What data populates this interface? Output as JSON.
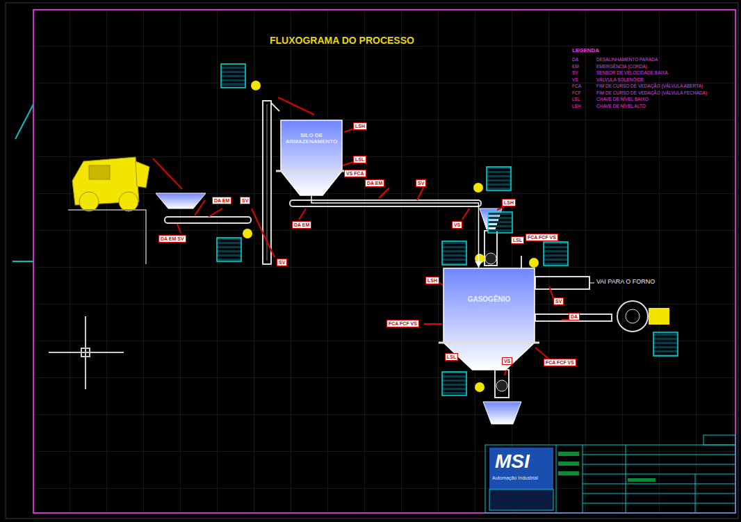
{
  "diagram": {
    "title": "FLUXOGRAMA DO PROCESSO",
    "nodes": [
      {
        "text": [
          "SILO DE ARMAZENAMENTO"
        ]
      },
      {
        "text": [
          "GASOGÊNIO"
        ]
      }
    ],
    "edges": [
      {
        "from": 0,
        "to": 1,
        "arrow": "to"
      }
    ],
    "labels": [
      "LEGENDA",
      "DA",
      "EM",
      "SV",
      "VS",
      "FCA",
      "FCF",
      "LSL",
      "LSH",
      "DA EM",
      "SV",
      "DA EM SV",
      "SV",
      "LSH",
      "LSL",
      "VS FCA",
      "DA EM",
      "SV",
      "DA EM",
      "VS",
      "LSH",
      "LSL",
      "FCA FCF VS",
      "LSH",
      "FCA FCF VS",
      "SV",
      "DA",
      "FCA FCF VS",
      "LSL",
      "VS",
      "VAI PARA O FORNO",
      "MSI",
      "Automação Industrial"
    ],
    "legend": [
      {
        "text": "DESALINHAMENTO PARADA"
      },
      {
        "text": "EMERGÊNCIA (CORDA)"
      },
      {
        "text": "SENSOR DE VELOCIDADE BAIXA"
      },
      {
        "text": "VÁLVULA SOLENÓIDE"
      },
      {
        "text": "FIM DE CURSO DE VEDAÇÃO (VÁLVULA ABERTA)"
      },
      {
        "text": "FIM DE CURSO DE VEDAÇÃO (VÁLVULA FECHADA)"
      },
      {
        "text": "CHAVE DE NÍVEL BAIXO"
      },
      {
        "text": "CHAVE DE NÍVEL ALTO"
      }
    ]
  }
}
